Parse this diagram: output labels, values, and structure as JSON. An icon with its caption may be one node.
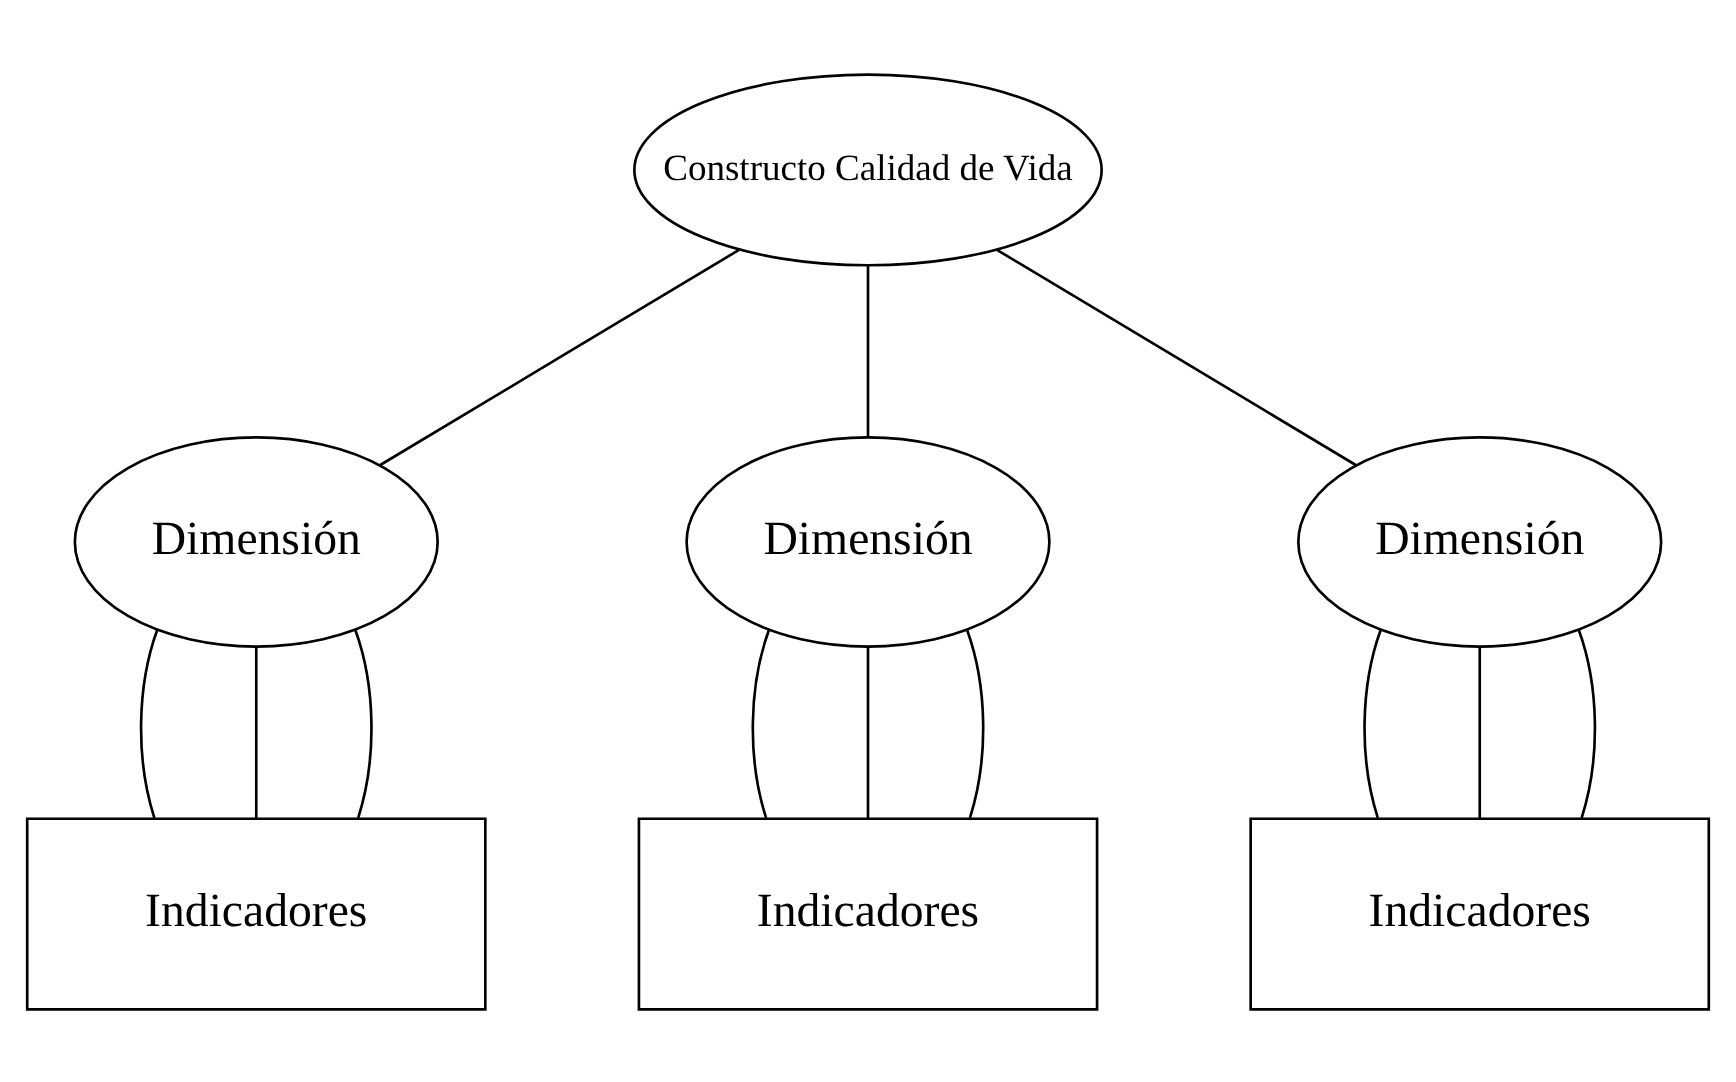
{
  "diagram": {
    "nodes": [
      {
        "text": [
          "Constructo Calidad de Vida"
        ]
      },
      {
        "text": [
          "Dimensión"
        ]
      },
      {
        "text": [
          "Dimensión"
        ]
      },
      {
        "text": [
          "Dimensión"
        ]
      },
      {
        "text": [
          "Indicadores"
        ]
      },
      {
        "text": [
          "Indicadores"
        ]
      },
      {
        "text": [
          "Indicadores"
        ]
      }
    ],
    "edges": [
      {
        "from": 0,
        "to": 1,
        "arrow": "none"
      },
      {
        "from": 0,
        "to": 2,
        "arrow": "none"
      },
      {
        "from": 0,
        "to": 3,
        "arrow": "none"
      },
      {
        "from": 1,
        "to": 4,
        "arrow": "none"
      },
      {
        "from": 1,
        "to": 4,
        "arrow": "none"
      },
      {
        "from": 1,
        "to": 4,
        "arrow": "none"
      },
      {
        "from": 2,
        "to": 5,
        "arrow": "none"
      },
      {
        "from": 2,
        "to": 5,
        "arrow": "none"
      },
      {
        "from": 2,
        "to": 5,
        "arrow": "none"
      },
      {
        "from": 3,
        "to": 6,
        "arrow": "none"
      },
      {
        "from": 3,
        "to": 6,
        "arrow": "none"
      },
      {
        "from": 3,
        "to": 6,
        "arrow": "none"
      }
    ]
  }
}
